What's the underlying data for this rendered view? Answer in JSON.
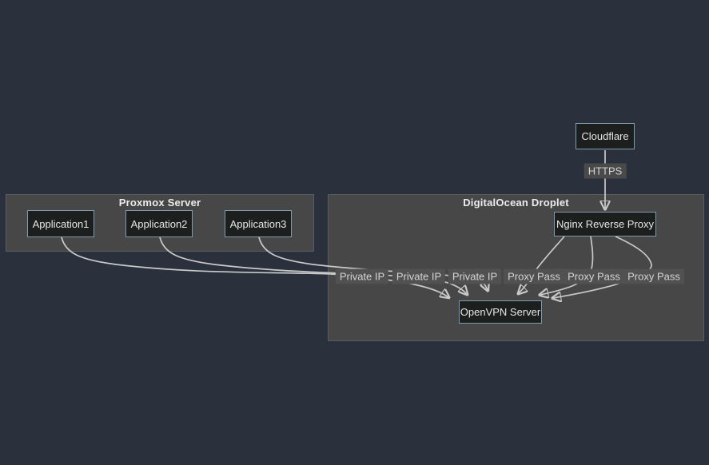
{
  "diagram": {
    "clusters": {
      "proxmox": {
        "title": "Proxmox Server"
      },
      "digitalocean": {
        "title": "DigitalOcean Droplet"
      }
    },
    "nodes": {
      "cloudflare": {
        "label": "Cloudflare"
      },
      "app1": {
        "label": "Application1"
      },
      "app2": {
        "label": "Application2"
      },
      "app3": {
        "label": "Application3"
      },
      "nginx": {
        "label": "Nginx Reverse Proxy"
      },
      "openvpn": {
        "label": "OpenVPN Server"
      }
    },
    "edge_labels": {
      "https": "HTTPS",
      "private_ip_1": "Private IP",
      "private_ip_2": "Private IP",
      "private_ip_3": "Private IP",
      "proxy_pass_1": "Proxy Pass",
      "proxy_pass_2": "Proxy Pass",
      "proxy_pass_3": "Proxy Pass"
    },
    "edges": [
      {
        "from": "Cloudflare",
        "to": "Nginx Reverse Proxy",
        "label": "HTTPS"
      },
      {
        "from": "Application1",
        "to": "OpenVPN Server",
        "label": "Private IP"
      },
      {
        "from": "Application2",
        "to": "OpenVPN Server",
        "label": "Private IP"
      },
      {
        "from": "Application3",
        "to": "OpenVPN Server",
        "label": "Private IP"
      },
      {
        "from": "Nginx Reverse Proxy",
        "to": "OpenVPN Server",
        "label": "Proxy Pass"
      },
      {
        "from": "Nginx Reverse Proxy",
        "to": "OpenVPN Server",
        "label": "Proxy Pass"
      },
      {
        "from": "Nginx Reverse Proxy",
        "to": "OpenVPN Server",
        "label": "Proxy Pass"
      }
    ],
    "colors": {
      "page_background": "#2a303c",
      "cluster_fill": "#474747",
      "cluster_border": "#595c60",
      "node_fill": "#1d1f1f",
      "node_border": "#7d9cb0",
      "edge_stroke": "#c9c9c9",
      "edge_label_fill": "#515151",
      "text": "#e6e6e6"
    }
  }
}
